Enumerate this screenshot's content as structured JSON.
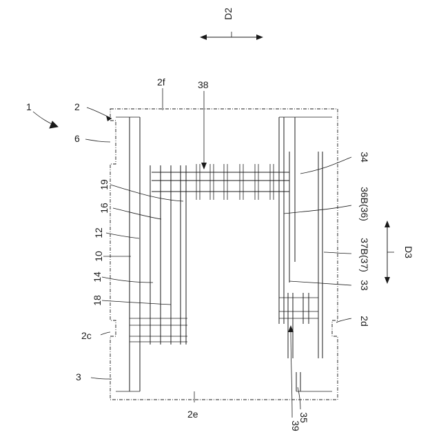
{
  "labels": {
    "ref_1": "1",
    "ref_2": "2",
    "ref_2c": "2c",
    "ref_2d": "2d",
    "ref_2e": "2e",
    "ref_2f": "2f",
    "ref_3": "3",
    "ref_6": "6",
    "ref_10": "10",
    "ref_12": "12",
    "ref_14": "14",
    "ref_16": "16",
    "ref_18": "18",
    "ref_19": "19",
    "ref_33": "33",
    "ref_34": "34",
    "ref_35": "35",
    "ref_36": "36B(36)",
    "ref_37": "37B(37)",
    "ref_38": "38",
    "ref_39": "39",
    "dir_d2": "D2",
    "dir_d3": "D3"
  }
}
